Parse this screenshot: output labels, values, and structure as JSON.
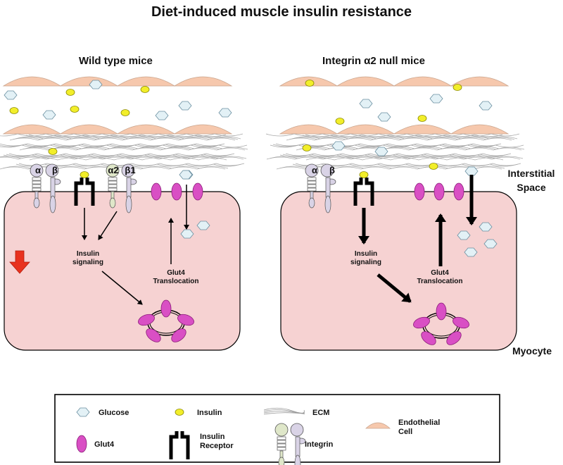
{
  "title": "Diet-induced muscle insulin resistance",
  "panels": [
    {
      "label": "Wild type mice",
      "integrins": [
        {
          "a": "α",
          "b": "β"
        },
        {
          "a": "α2",
          "b": "β1"
        }
      ],
      "insulin_signaling": "Insulin\nsignaling",
      "glut4_translocation": "Glut4\nTranslocation"
    },
    {
      "label": "Integrin α2 null mice",
      "integrins": [
        {
          "a": "α",
          "b": "β"
        }
      ],
      "insulin_signaling": "Insulin\nsignaling",
      "glut4_translocation": "Glut4\nTranslocation"
    }
  ],
  "side_labels": {
    "interstitial": "Interstitial\nSpace",
    "myocyte": "Myocyte"
  },
  "legend": [
    {
      "symbol": "glucose",
      "label": "Glucose"
    },
    {
      "symbol": "insulin",
      "label": "Insulin"
    },
    {
      "symbol": "ecm",
      "label": "ECM"
    },
    {
      "symbol": "endothelial",
      "label": "Endothelial\nCell"
    },
    {
      "symbol": "glut4",
      "label": "Glut4"
    },
    {
      "symbol": "receptor",
      "label": "Insulin\nReceptor"
    },
    {
      "symbol": "integrin",
      "label": "Integrin"
    }
  ],
  "colors": {
    "myocyte_fill": "#f6d2d2",
    "endothelial": "#f6c8ad",
    "glut4": "#d94fc4",
    "insulin": "#f2ee2a",
    "glucose": "#e3f1f6",
    "decrease_arrow": "#e8321e",
    "integrin_alpha2": "#dfe7c9",
    "integrin_gray": "#d9d3e6"
  }
}
